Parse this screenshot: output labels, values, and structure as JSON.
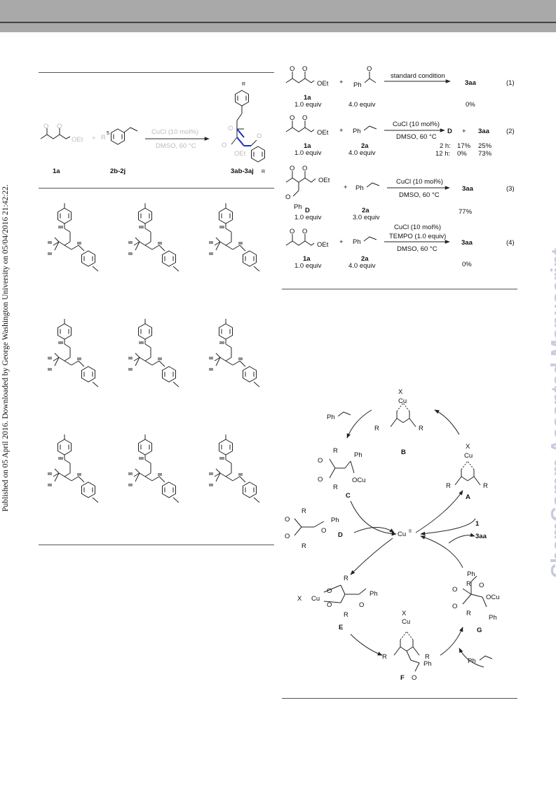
{
  "sidebar_text": "Published on 05 April 2016. Downloaded by George Washington University on 05/04/2016 21:42:22.",
  "watermark": "ChemComm Accepted Manuscript",
  "scheme2": {
    "reagent_top": "CuCl (10 mol%)",
    "reagent_bottom": "DMSO, 60 °C",
    "label_1a": "1a",
    "label_2b": "2b-2j",
    "label_3ab": "3ab-3aj",
    "oet": "OEt",
    "r5": "5"
  },
  "controls": [
    {
      "eq": "(1)",
      "reagent_top": "standard condition",
      "reagent_bottom": "",
      "sm_label": "1a",
      "sm_equiv": "1.0 equiv",
      "partner_equiv": "4.0 equiv",
      "product": "3aa",
      "yield": "0%"
    },
    {
      "eq": "(2)",
      "reagent_top": "CuCl (10 mol%)",
      "reagent_bottom": "DMSO, 60 °C",
      "sm_label": "1a",
      "sm_equiv": "1.0 equiv",
      "partner_label": "2a",
      "partner_equiv": "4.0 equiv",
      "product_d": "D",
      "product": "3aa",
      "rows": [
        {
          "time": "2 h:",
          "d": "17%",
          "p": "25%"
        },
        {
          "time": "12 h:",
          "d": "0%",
          "p": "73%"
        }
      ]
    },
    {
      "eq": "(3)",
      "reagent_top": "CuCl (10 mol%)",
      "reagent_bottom": "DMSO, 60 °C",
      "sm_label": "D",
      "sm_equiv": "1.0 equiv",
      "partner_label": "2a",
      "partner_equiv": "3.0 equiv",
      "product": "3aa",
      "yield": "77%"
    },
    {
      "eq": "(4)",
      "reagent_top": "CuCl (10 mol%)",
      "reagent_mid": "TEMPO (1.0 equiv)",
      "reagent_bottom": "DMSO, 60 °C",
      "sm_label": "1a",
      "sm_equiv": "1.0 equiv",
      "partner_label": "2a",
      "partner_equiv": "4.0 equiv",
      "product": "3aa",
      "yield": "0%"
    }
  ],
  "cycle": {
    "center": "Cu",
    "center_sup": "II",
    "label_A": "A",
    "label_B": "B",
    "label_C": "C",
    "label_D": "D",
    "label_E": "E",
    "label_F": "F",
    "label_G": "G",
    "input_1": "1",
    "output_3aa": "3aa",
    "ph": "Ph",
    "ocu": "OCu",
    "cu": "Cu",
    "x": "X",
    "r": "R",
    "o": "O"
  }
}
